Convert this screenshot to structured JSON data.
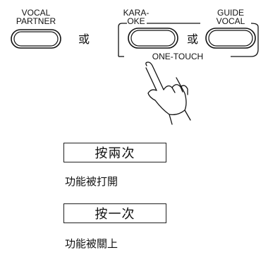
{
  "buttons": {
    "vocal_partner": [
      "VOCAL",
      "PARTNER"
    ],
    "karaoke": [
      "KARA-",
      "OKE"
    ],
    "guide_vocal": [
      "GUIDE",
      "VOCAL"
    ]
  },
  "or_text": "或",
  "group_label": "ONE-TOUCH",
  "steps": [
    {
      "press": "按兩次",
      "result": "功能被打開"
    },
    {
      "press": "按一次",
      "result": "功能被關上"
    }
  ]
}
